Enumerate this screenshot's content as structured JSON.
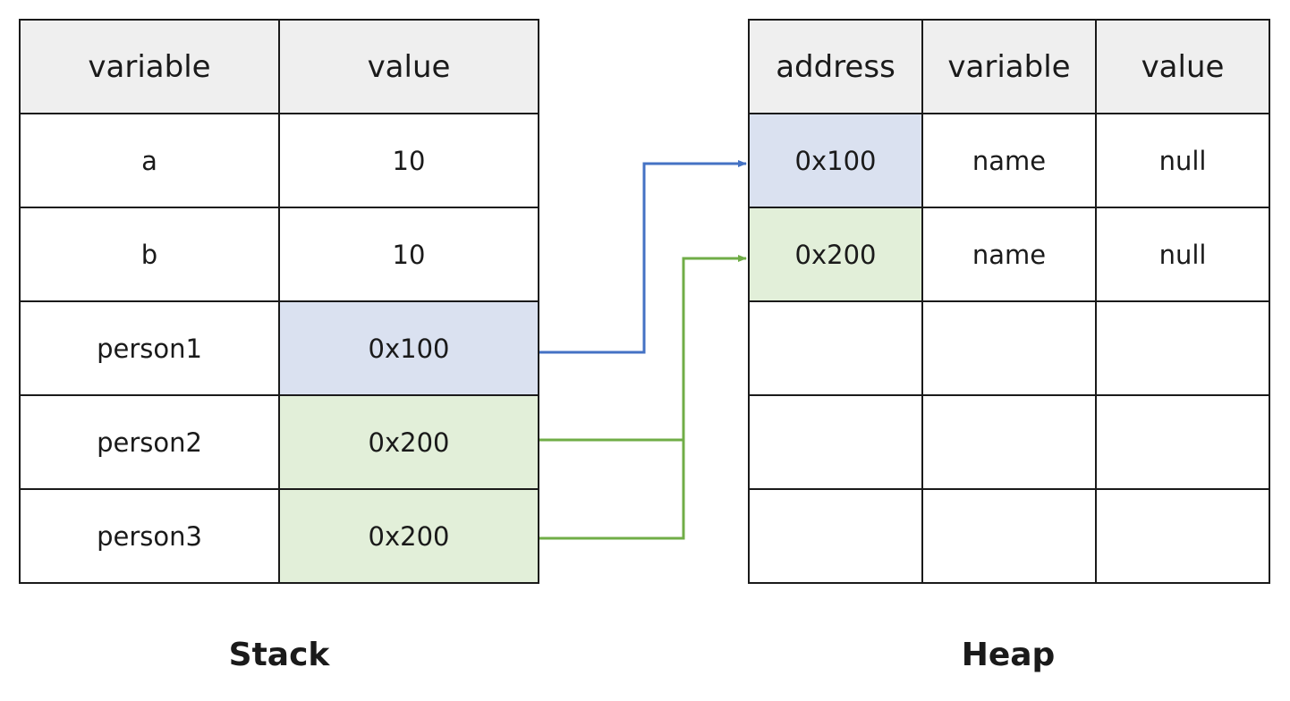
{
  "stack": {
    "caption": "Stack",
    "headers": [
      "variable",
      "value"
    ],
    "rows": [
      {
        "variable": "a",
        "value": "10"
      },
      {
        "variable": "b",
        "value": "10"
      },
      {
        "variable": "person1",
        "value": "0x100"
      },
      {
        "variable": "person2",
        "value": "0x200"
      },
      {
        "variable": "person3",
        "value": "0x200"
      }
    ]
  },
  "heap": {
    "caption": "Heap",
    "headers": [
      "address",
      "variable",
      "value"
    ],
    "rows": [
      {
        "address": "0x100",
        "variable": "name",
        "value": "null"
      },
      {
        "address": "0x200",
        "variable": "name",
        "value": "null"
      },
      {
        "address": "",
        "variable": "",
        "value": ""
      },
      {
        "address": "",
        "variable": "",
        "value": ""
      },
      {
        "address": "",
        "variable": "",
        "value": ""
      }
    ]
  },
  "colors": {
    "blue_fill": "#dae1f0",
    "green_fill": "#e2efd9",
    "blue_arrow": "#4472c4",
    "green_arrow": "#70ad47",
    "header_fill": "#efefef"
  },
  "references": [
    {
      "from": "person1",
      "to": "0x100",
      "color": "blue"
    },
    {
      "from": "person2",
      "to": "0x200",
      "color": "green"
    },
    {
      "from": "person3",
      "to": "0x200",
      "color": "green"
    }
  ]
}
